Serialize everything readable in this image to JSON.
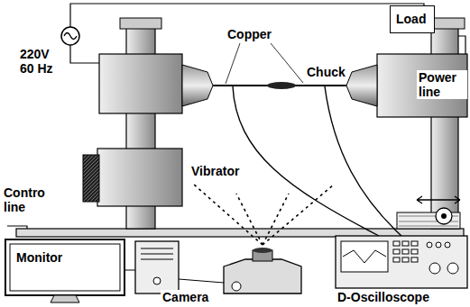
{
  "diagram": {
    "nodes": [
      {
        "text": [
          "Load"
        ]
      },
      {
        "text": [
          "Monitor"
        ]
      }
    ],
    "labels": [
      "220V 60 Hz",
      "Copper",
      "Chuck",
      "Power line",
      "Vibrator",
      "Contro line",
      "Camera",
      "D-Oscilloscope"
    ]
  }
}
